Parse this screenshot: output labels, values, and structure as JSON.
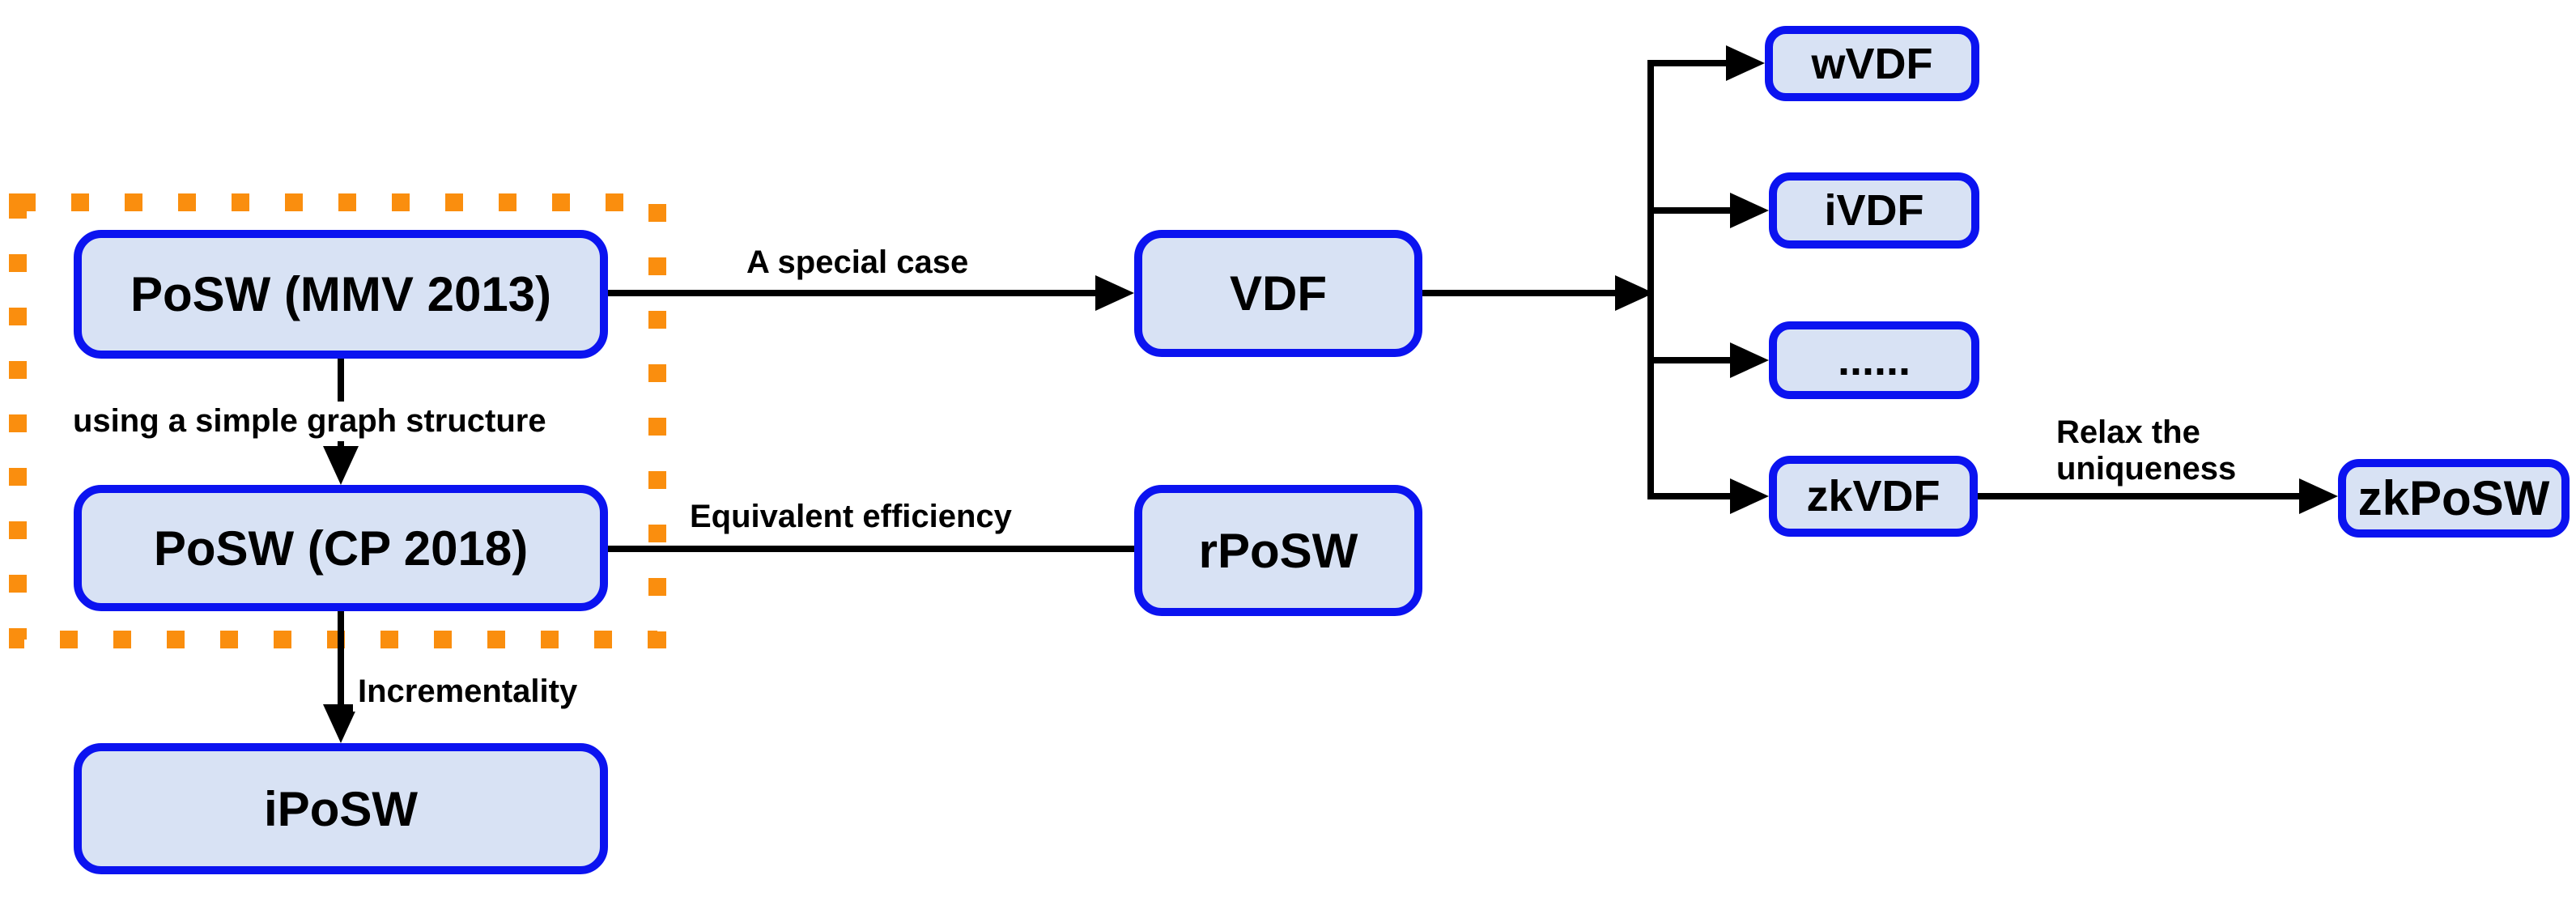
{
  "diagram": {
    "type": "flowchart",
    "background": "#ffffff",
    "colors": {
      "node_fill": "#d8e2f4",
      "node_border": "#0b13f0",
      "group_dotted_border": "#fa8e0e",
      "connector": "#000000",
      "text": "#000000"
    },
    "nodes": {
      "posw_mmv": {
        "label": "PoSW (MMV 2013)"
      },
      "posw_cp": {
        "label": "PoSW (CP 2018)"
      },
      "iposw": {
        "label": "iPoSW"
      },
      "vdf": {
        "label": "VDF"
      },
      "rposw": {
        "label": "rPoSW"
      },
      "wvdf": {
        "label": "wVDF"
      },
      "ivdf": {
        "label": "iVDF"
      },
      "ellipsis": {
        "label": "......"
      },
      "zkvdf": {
        "label": "zkVDF"
      },
      "zkposw": {
        "label": "zkPoSW"
      }
    },
    "edge_labels": {
      "special_case": "A special case",
      "simple_graph": "using a simple graph structure",
      "equivalent_efficiency": "Equivalent efficiency",
      "incrementality": "Incrementality",
      "relax_line1": "Relax the",
      "relax_line2": "uniqueness"
    },
    "edges": [
      {
        "from": "PoSW (MMV 2013)",
        "to": "VDF",
        "label": "A special case",
        "arrow": true
      },
      {
        "from": "PoSW (MMV 2013)",
        "to": "PoSW (CP 2018)",
        "label": "using a simple graph structure",
        "arrow": true
      },
      {
        "from": "PoSW (CP 2018)",
        "to": "rPoSW",
        "label": "Equivalent efficiency",
        "arrow": false
      },
      {
        "from": "PoSW (CP 2018)",
        "to": "iPoSW",
        "label": "Incrementality",
        "arrow": true
      },
      {
        "from": "VDF",
        "to": "wVDF",
        "label": "",
        "arrow": true
      },
      {
        "from": "VDF",
        "to": "iVDF",
        "label": "",
        "arrow": true
      },
      {
        "from": "VDF",
        "to": "......",
        "label": "",
        "arrow": true
      },
      {
        "from": "VDF",
        "to": "zkVDF",
        "label": "",
        "arrow": true
      },
      {
        "from": "zkVDF",
        "to": "zkPoSW",
        "label": "Relax the uniqueness",
        "arrow": true
      }
    ],
    "group": {
      "style": "orange square-dotted rectangle",
      "contains": [
        "PoSW (MMV 2013)",
        "PoSW (CP 2018)"
      ]
    }
  }
}
